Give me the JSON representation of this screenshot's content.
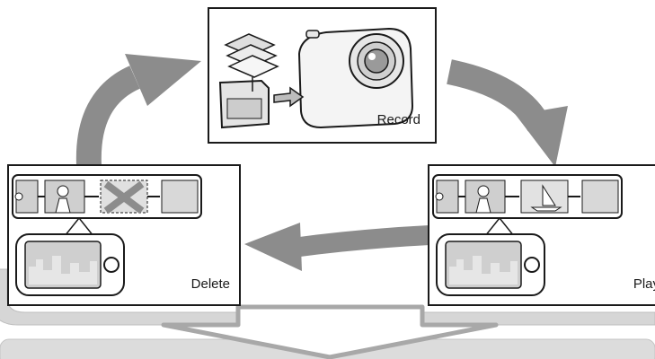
{
  "steps": {
    "record": {
      "label": "Record"
    },
    "play": {
      "label": "Play"
    },
    "delete": {
      "label": "Delete"
    }
  },
  "colors": {
    "arrow": "#8c8c8c",
    "bracket": "#d6d6d6",
    "outline": "#1a1a1a",
    "screen": "#cfcfcf"
  }
}
